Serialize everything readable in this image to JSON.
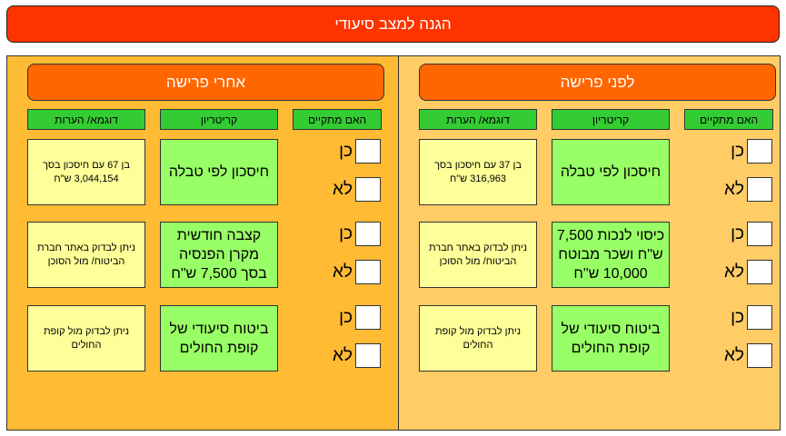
{
  "title": "הגנה למצב סיעודי",
  "column_headers": {
    "has": "האם מתקיים",
    "criterion": "קריטריון",
    "notes": "דוגמא/ הערות"
  },
  "options": {
    "yes": "כן",
    "no": "לא"
  },
  "panels": [
    {
      "id": "after",
      "header": "אחרי פרישה",
      "rows": [
        {
          "criterion": "חיסכון לפי טבלה",
          "note": "בן 67 עם חיסכון בסך 3,044,154 ש\"ח"
        },
        {
          "criterion": "קצבה חודשית מקרן הפנסיה בסך 7,500 ש\"ח",
          "note": "ניתן לבדוק באתר חברת הביטוח/ מול הסוכן"
        },
        {
          "criterion": "ביטוח סיעודי של קופת החולים",
          "note": "ניתן לבדוק מול קופת החולים"
        }
      ]
    },
    {
      "id": "before",
      "header": "לפני פרישה",
      "rows": [
        {
          "criterion": "חיסכון לפי טבלה",
          "note": "בן 37 עם חיסכון בסך 316,963 ש\"ח"
        },
        {
          "criterion": "כיסוי לנכות 7,500 ש\"ח ושכר מבוטח 10,000 ש\"ח",
          "note": "ניתן לבדוק באתר חברת הביטוח/ מול הסוכן"
        },
        {
          "criterion": "ביטוח סיעודי של קופת החולים",
          "note": "ניתן לבדוק מול קופת החולים"
        }
      ]
    }
  ]
}
